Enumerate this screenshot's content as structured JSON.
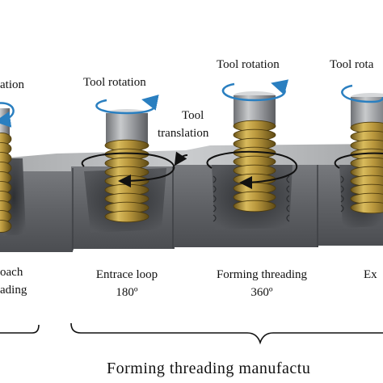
{
  "labels": {
    "stage0_rotation": "ation",
    "stage0_caption_1": "oach",
    "stage0_caption_2": "ading",
    "stage1_rotation": "Tool rotation",
    "stage1_translation_1": "Tool",
    "stage1_translation_2": "translation",
    "stage1_caption_1": "Entrace loop",
    "stage1_caption_2": "180º",
    "stage2_rotation": "Tool rotation",
    "stage2_caption_1": "Forming threading",
    "stage2_caption_2": "360º",
    "stage3_rotation": "Tool rota",
    "stage3_caption_1": "Ex",
    "group_title": "Forming threading manufactu"
  },
  "colors": {
    "block_face": "#5f6165",
    "block_top": "#b9bbbd",
    "thread_gold": "#b8963c",
    "shank_steel": "#9a9ca0",
    "rotation_arrow": "#2a7fc0",
    "loop_arrow": "#111111"
  }
}
